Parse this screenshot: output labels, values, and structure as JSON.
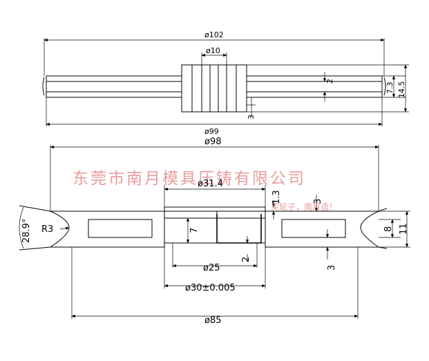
{
  "watermark": {
    "company": "东莞市南月模具压铸有限公司",
    "slogan": "买轮子，南月造！"
  },
  "top_view": {
    "dims": {
      "overall": "ø102",
      "bore": "ø10",
      "inner": "ø99",
      "thickness_web": "2",
      "hub_step": "3",
      "height_inner": "7.3",
      "height_total": "14.5"
    }
  },
  "section_view": {
    "dims": {
      "outer": "ø98",
      "bearing_seat": "ø31.4",
      "seat_depth": "1.3",
      "groove_depth": "3",
      "groove_radius": "R3",
      "groove_angle": "28.9°",
      "hub_height": "7",
      "groove_width": "8",
      "total_height": "11",
      "bore": "ø25",
      "step": "2",
      "web_step": "3",
      "fit": "ø30±0.005",
      "web_diameter": "ø85"
    }
  }
}
